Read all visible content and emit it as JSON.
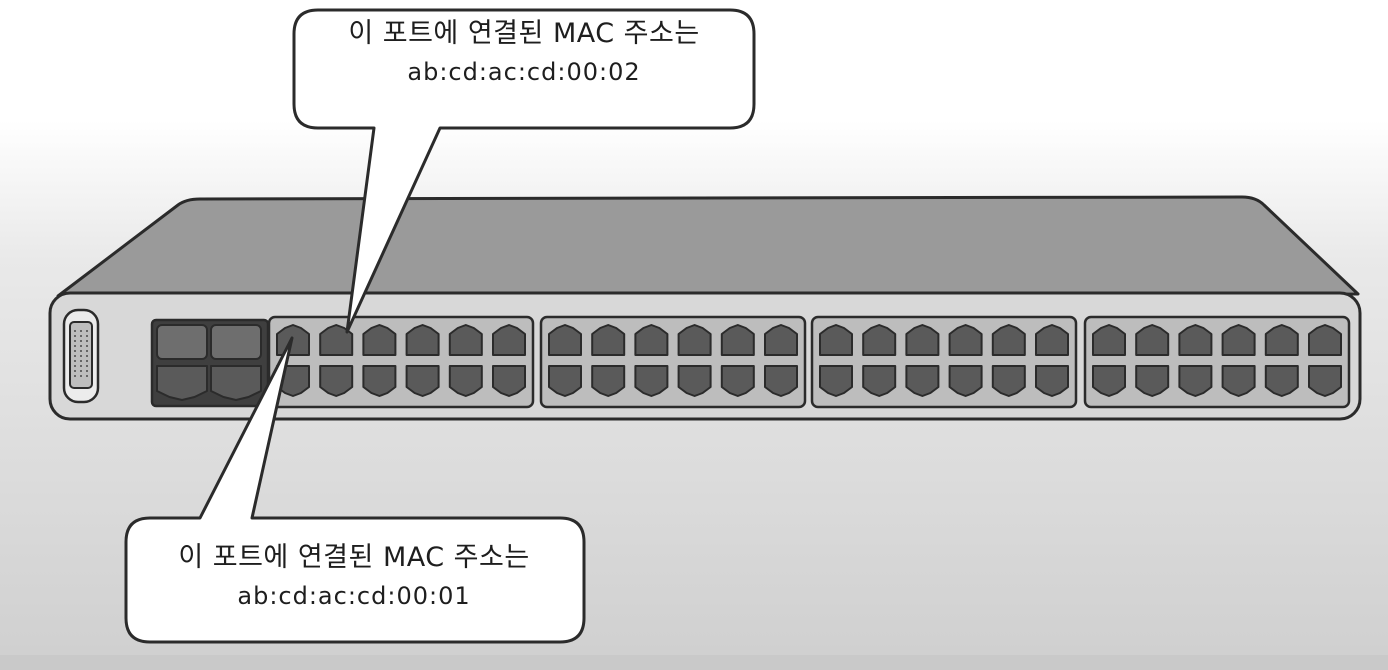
{
  "callouts": {
    "top": {
      "line1": "이 포트에 연결된 MAC 주소는",
      "line2": "ab:cd:ac:cd:00:02"
    },
    "bottom": {
      "line1": "이 포트에 연결된 MAC 주소는",
      "line2": "ab:cd:ac:cd:00:01"
    }
  },
  "switch": {
    "port_groups": 4,
    "ports_per_row_per_group": 6,
    "uplink_ports": 4,
    "colors": {
      "body": "#d6d6d6",
      "top_surface": "#9c9c9c",
      "port": "#5a5a5a",
      "outline": "#2b2b2b"
    }
  }
}
